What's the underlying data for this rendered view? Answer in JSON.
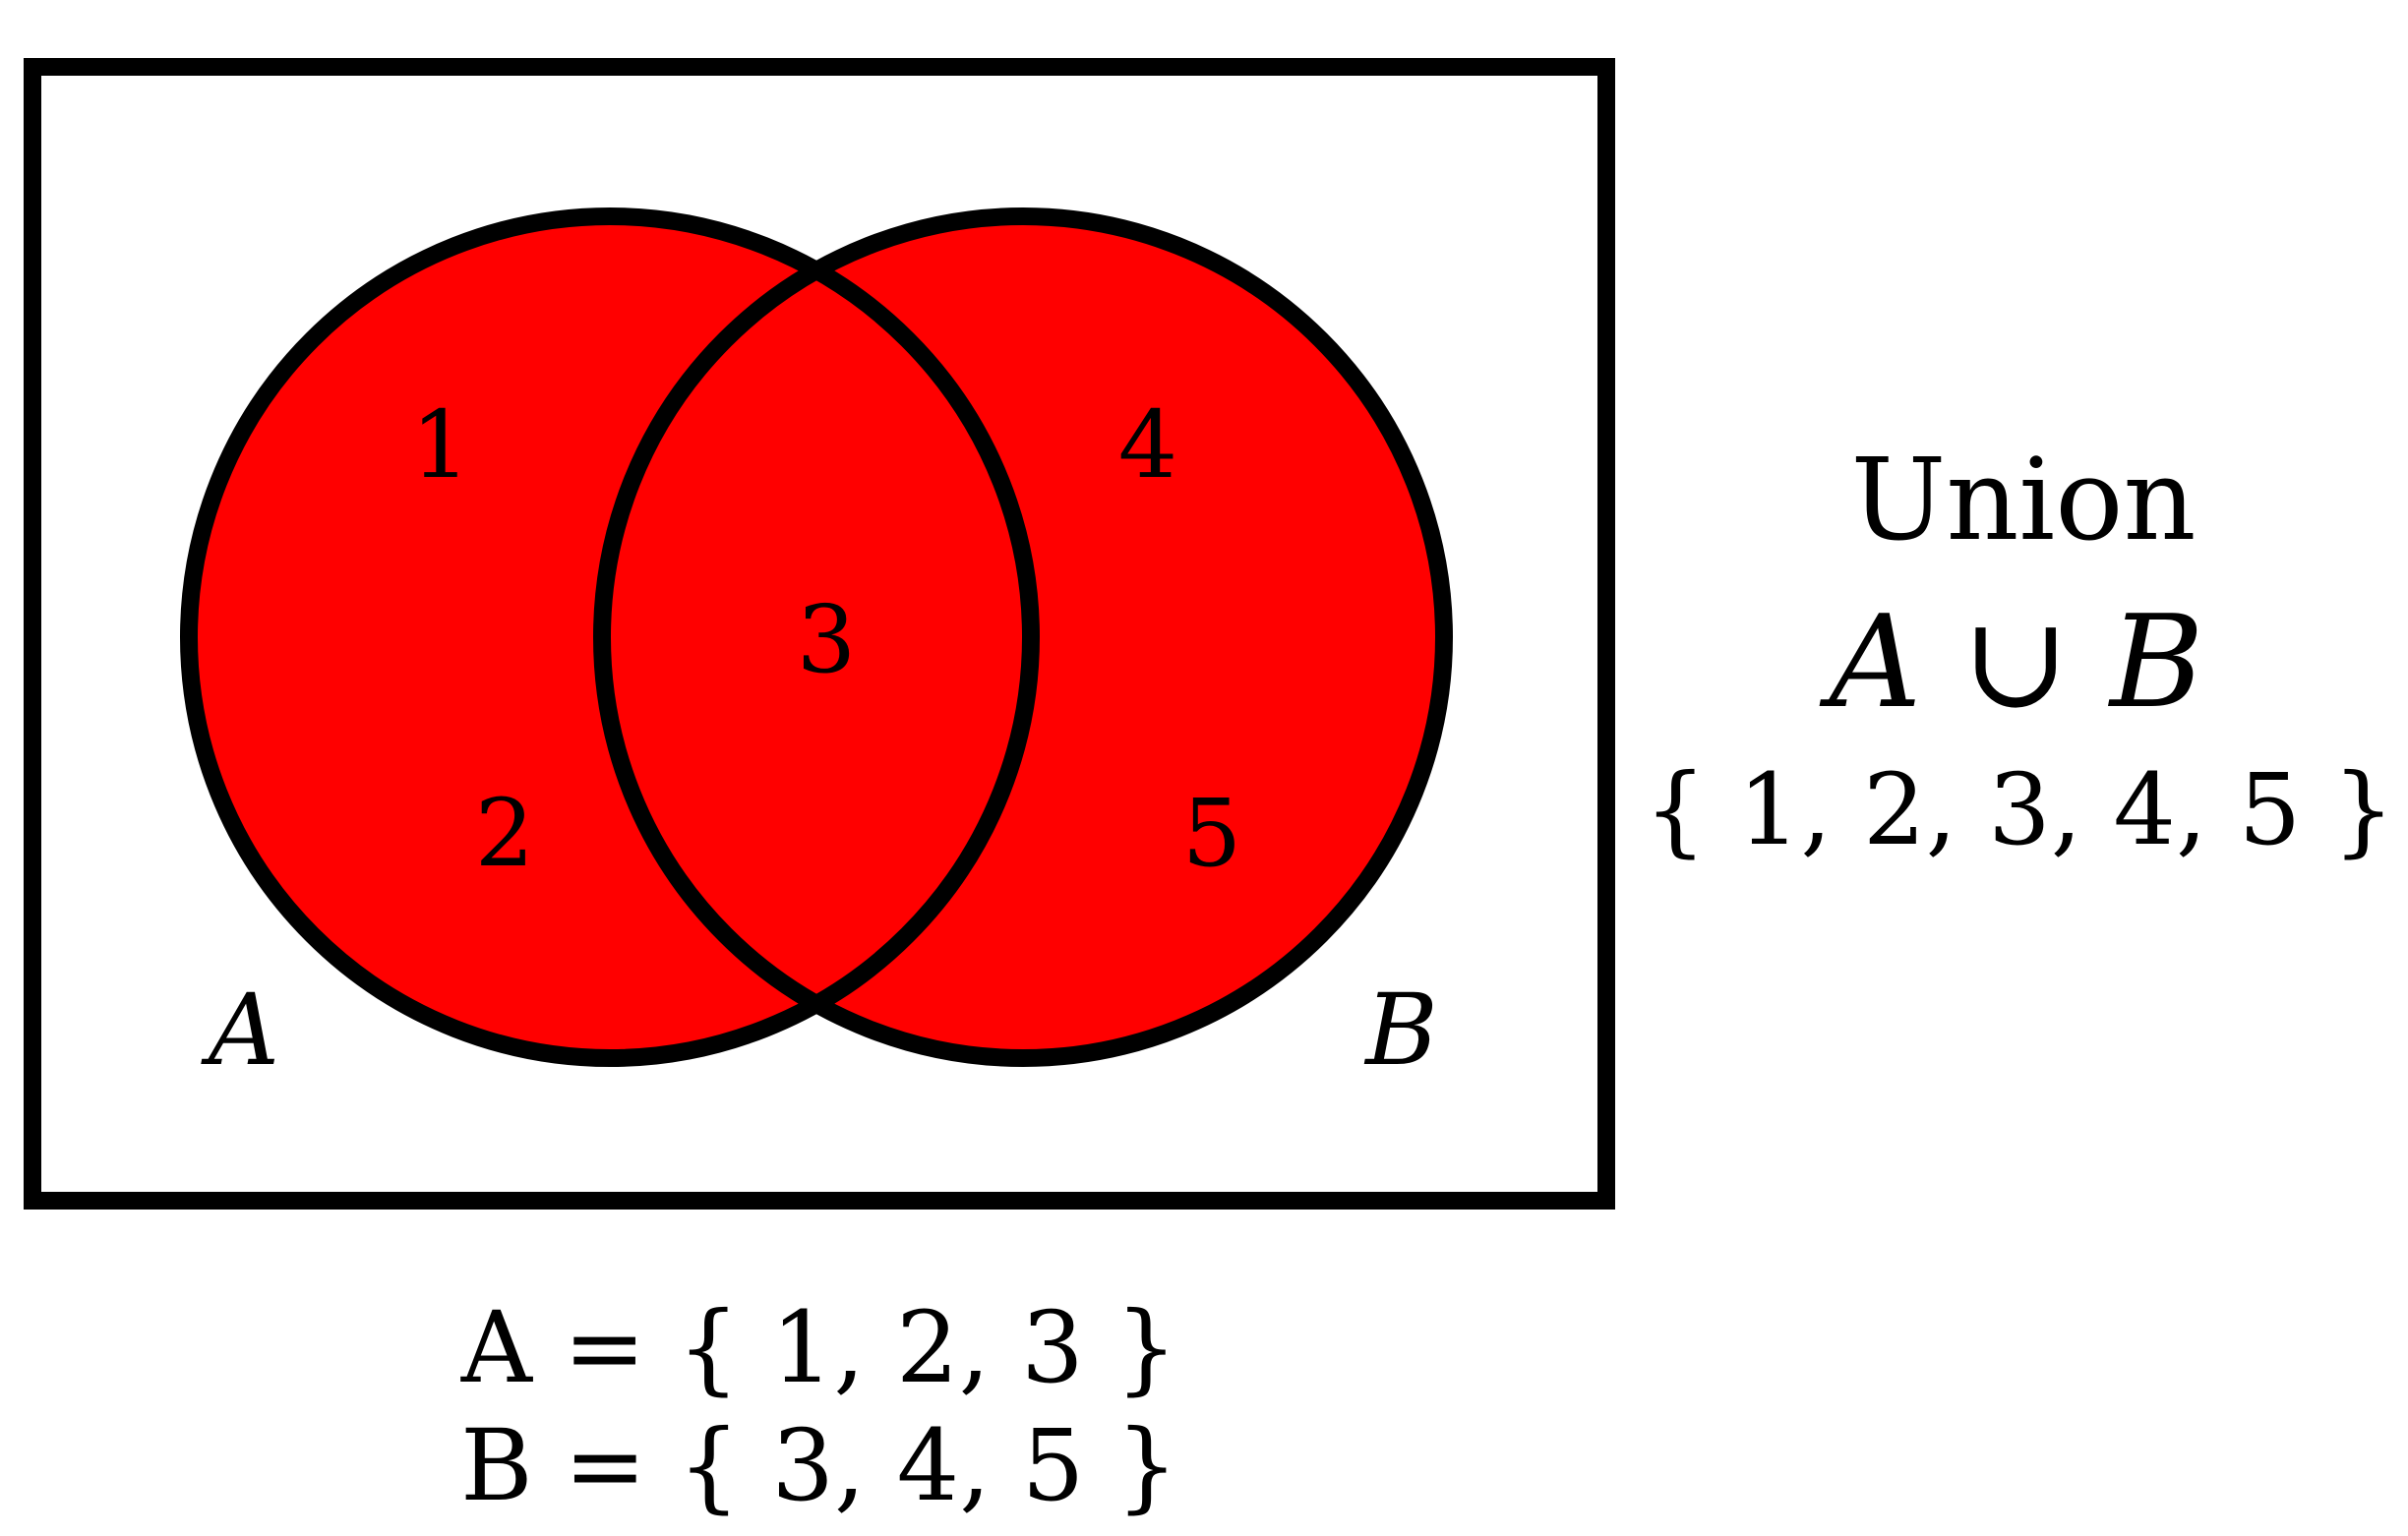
{
  "colors": {
    "fill": "#ff0000",
    "stroke": "#000000",
    "background": "#ffffff"
  },
  "sets": {
    "a": {
      "label": "A",
      "regions": [
        "1",
        "2"
      ]
    },
    "b": {
      "label": "B",
      "regions": [
        "4",
        "5"
      ]
    },
    "intersection": {
      "regions": [
        "3"
      ]
    }
  },
  "operation": {
    "name": "Union",
    "expression": "A ∪ B",
    "result": "{ 1, 2, 3, 4, 5 }"
  },
  "definitions": {
    "a": "A = { 1, 2, 3 }",
    "b": "B = { 3, 4, 5 }"
  }
}
